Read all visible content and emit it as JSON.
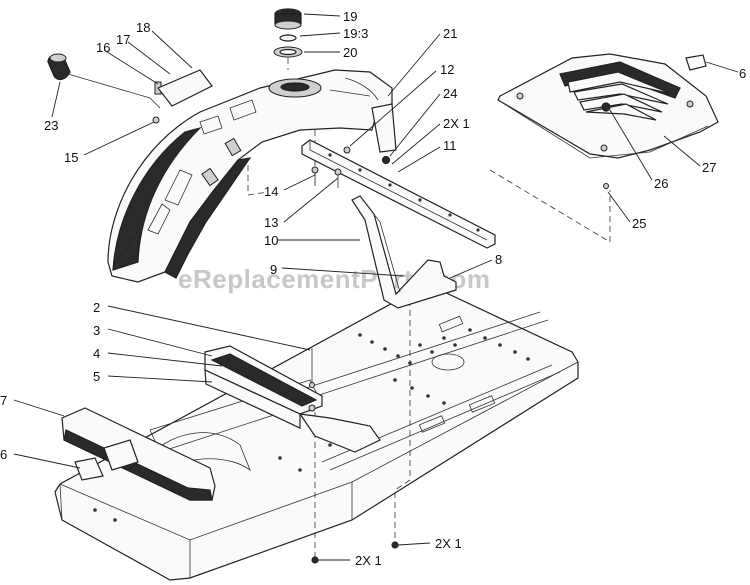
{
  "watermark": "eReplacementParts.com",
  "callouts": [
    {
      "id": "c-19",
      "text": "19"
    },
    {
      "id": "c-19-3",
      "text": "19:3"
    },
    {
      "id": "c-20",
      "text": "20"
    },
    {
      "id": "c-21",
      "text": "21"
    },
    {
      "id": "c-18",
      "text": "18"
    },
    {
      "id": "c-17",
      "text": "17"
    },
    {
      "id": "c-16",
      "text": "16"
    },
    {
      "id": "c-12",
      "text": "12"
    },
    {
      "id": "c-24",
      "text": "24"
    },
    {
      "id": "c-2x1-top",
      "text": "2X 1"
    },
    {
      "id": "c-11",
      "text": "11"
    },
    {
      "id": "c-6-top",
      "text": "6"
    },
    {
      "id": "c-27",
      "text": "27"
    },
    {
      "id": "c-26",
      "text": "26"
    },
    {
      "id": "c-25",
      "text": "25"
    },
    {
      "id": "c-23",
      "text": "23"
    },
    {
      "id": "c-15",
      "text": "15"
    },
    {
      "id": "c-14",
      "text": "14"
    },
    {
      "id": "c-13",
      "text": "13"
    },
    {
      "id": "c-10",
      "text": "10"
    },
    {
      "id": "c-9",
      "text": "9"
    },
    {
      "id": "c-8",
      "text": "8"
    },
    {
      "id": "c-2",
      "text": "2"
    },
    {
      "id": "c-3",
      "text": "3"
    },
    {
      "id": "c-4",
      "text": "4"
    },
    {
      "id": "c-5",
      "text": "5"
    },
    {
      "id": "c-7",
      "text": "7"
    },
    {
      "id": "c-6-bottom",
      "text": "6"
    },
    {
      "id": "c-2x1-right",
      "text": "2X 1"
    },
    {
      "id": "c-2x1-bottom",
      "text": "2X 1"
    }
  ]
}
